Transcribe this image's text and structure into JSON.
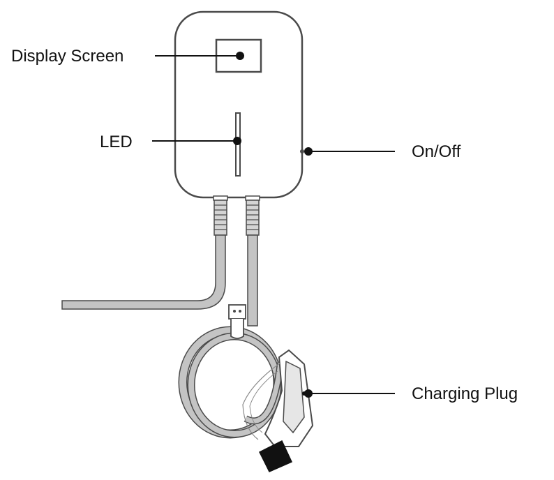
{
  "labels": {
    "display_screen": "Display Screen",
    "led": "LED",
    "on_off": "On/Off",
    "charging_plug": "Charging Plug"
  },
  "colors": {
    "outline": "#4a4a4a",
    "leader": "#111111",
    "cable_fill": "#bdbdbd",
    "text": "#111111"
  },
  "icons": {
    "charger_unit": "wallbox-charger-icon",
    "plug": "ev-charging-plug-icon"
  }
}
